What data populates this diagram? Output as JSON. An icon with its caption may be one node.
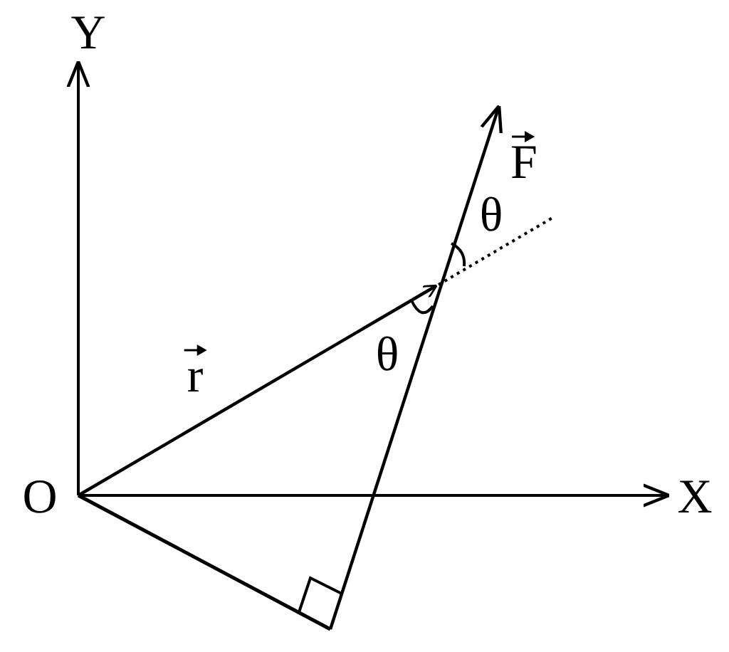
{
  "diagram": {
    "labels": [
      "Y",
      "F",
      "θ",
      "r",
      "θ",
      "O",
      "X"
    ]
  }
}
